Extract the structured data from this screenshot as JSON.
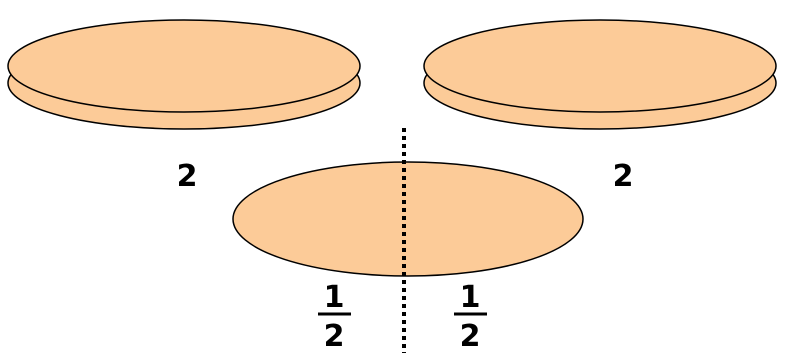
{
  "labels": {
    "left_stack_count": "2",
    "right_stack_count": "2",
    "left_half": {
      "numerator": "1",
      "denominator": "2"
    },
    "right_half": {
      "numerator": "1",
      "denominator": "2"
    }
  },
  "colors": {
    "disc_fill": "#fccb98",
    "outline": "#000000",
    "background": "#ffffff"
  }
}
